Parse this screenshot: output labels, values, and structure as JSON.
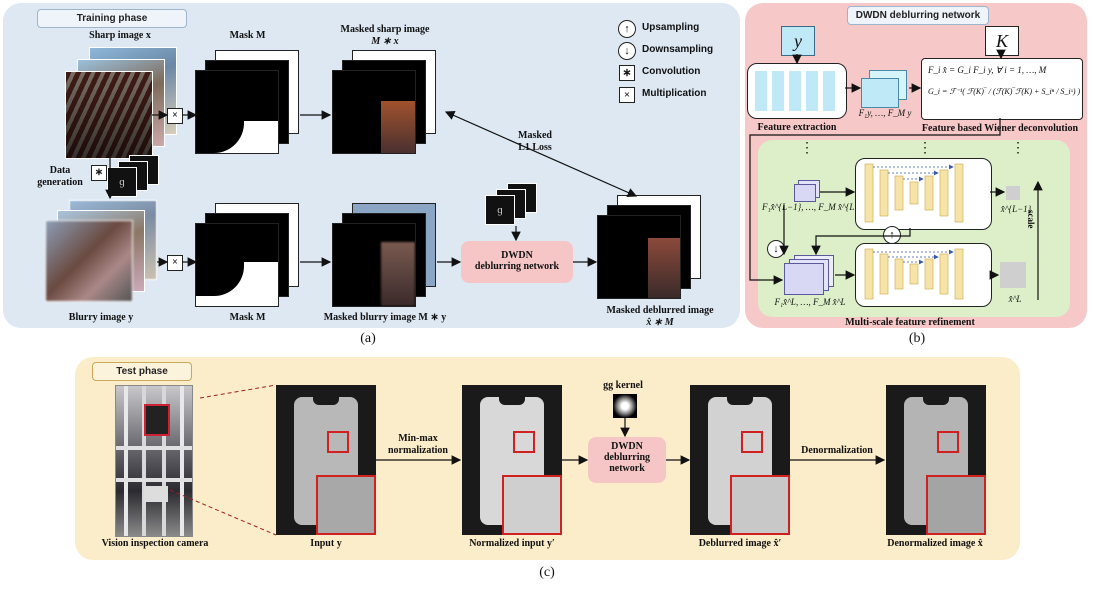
{
  "panel_a": {
    "title": "Training phase",
    "caption": "(a)",
    "sharp_image_label": "Sharp image x",
    "mask_top_label": "Mask M",
    "masked_sharp_label_1": "Masked sharp image",
    "masked_sharp_label_2": "M ∗ x",
    "data_generation_1": "Data",
    "data_generation_2": "generation",
    "masked_l1_1": "Masked",
    "masked_l1_2": "L1 Loss",
    "blurry_image_label": "Blurry image y",
    "mask_bottom_label": "Mask M",
    "masked_blurry_label": "Masked blurry image M ∗ y",
    "dwdn_box_1": "DWDN",
    "dwdn_box_2": "deblurring network",
    "masked_deblurred_1": "Masked deblurred image",
    "masked_deblurred_2": "x̂ ∗ M",
    "legend": [
      {
        "icon": "↑",
        "label": "Upsampling"
      },
      {
        "icon": "↓",
        "label": "Downsampling"
      },
      {
        "icon": "∗",
        "label": "Convolution"
      },
      {
        "icon": "×",
        "label": "Multiplication"
      }
    ]
  },
  "panel_b": {
    "title": "DWDN deblurring network",
    "caption": "(b)",
    "y_symbol": "y",
    "k_symbol": "K",
    "feature_extraction": "Feature extraction",
    "features_label": "F₁y, …, F_M y",
    "wiener_title": "Feature based Wiener deconvolution",
    "eq1": "F_i x̂ = G_i F_i y,      ∀ i = 1, …, M",
    "eq2": "G_i = ℱ⁻¹( ℱ(K)‾ / (ℱ(K)‾ℱ(K) + S_iⁿ / S_iˣ) )",
    "refinement_title": "Multi-scale feature refinement",
    "scale_label": "scale",
    "input_upper": "F₁x̂^{L−1}, …, F_M x̂^{L−1}",
    "input_lower": "F₁x̂^L, …, F_M x̂^L",
    "output_upper": "x̂^{L−1}",
    "output_lower": "x̂^L",
    "dots": "⋮"
  },
  "panel_c": {
    "title": "Test phase",
    "caption": "(c)",
    "camera_label": "Vision inspection camera",
    "input_label": "Input y",
    "minmax_1": "Min-max",
    "minmax_2": "normalization",
    "normalized_label": "Normalized input y′",
    "gg_kernel": "gg kernel",
    "dwdn_1": "DWDN",
    "dwdn_2": "deblurring",
    "dwdn_3": "network",
    "deblurred_label": "Deblurred image  x̂′",
    "denorm": "Denormalization",
    "denorm_label": "Denormalized image x̂"
  },
  "colors": {
    "panel_a_bg": "#dde8f3",
    "panel_b_bg": "#f7c8c8",
    "panel_c_bg": "#fbedc9",
    "dwdn_box": "#f6c6c6",
    "refinement_bg": "#dcefc8",
    "unet_block": "#f5e3a8",
    "feature_cyan": "#bfe9f7",
    "highlight_red": "#d02020"
  }
}
